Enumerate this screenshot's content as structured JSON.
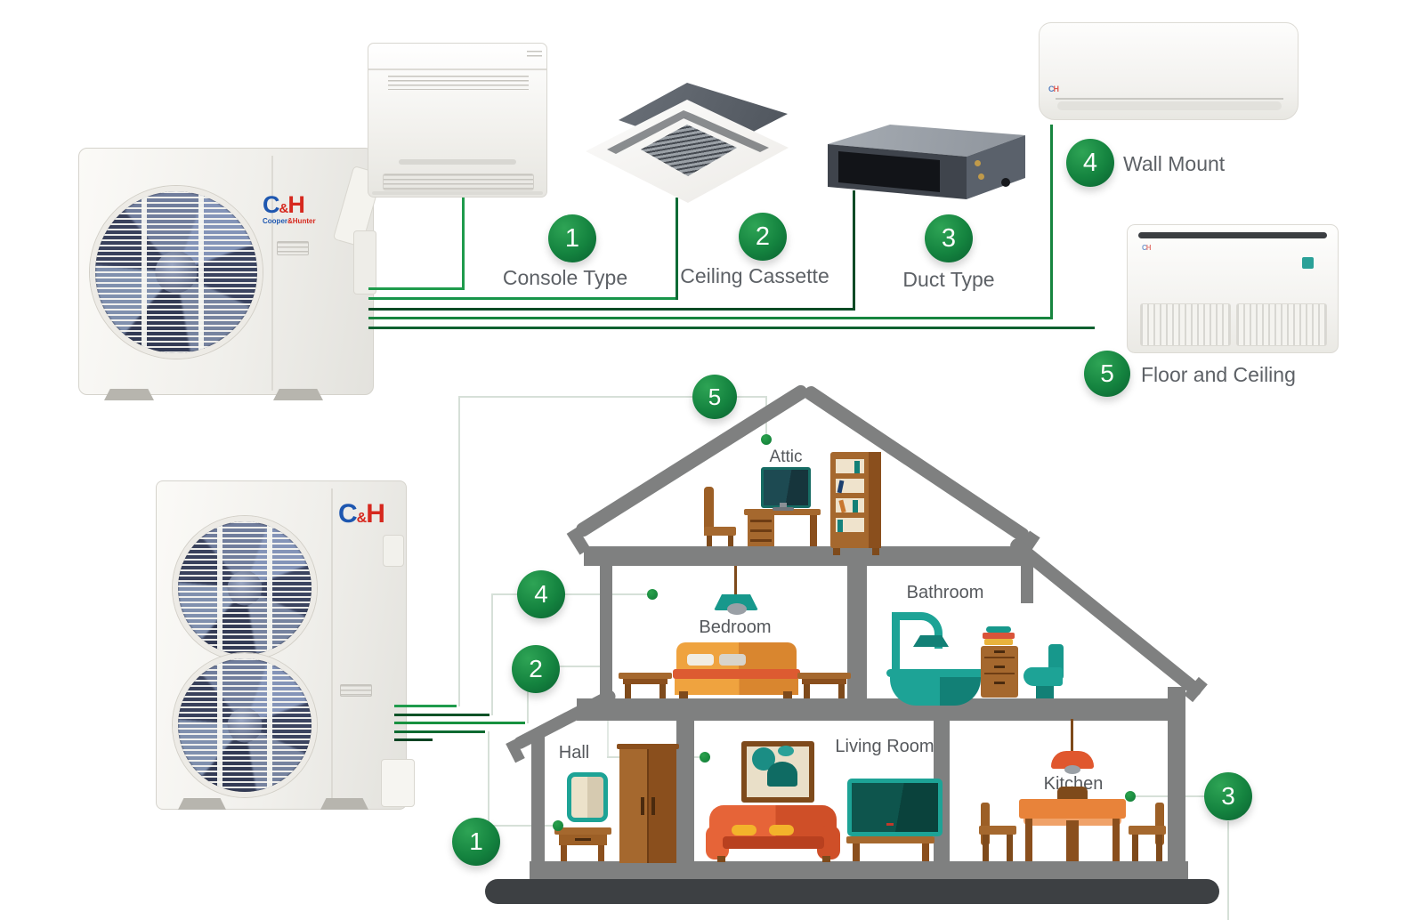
{
  "brand": {
    "c": "C",
    "amp": "&",
    "h": "H",
    "cooper": "Cooper",
    "hunter": "Hunter"
  },
  "legend": {
    "items": [
      {
        "num": "1",
        "label": "Console Type"
      },
      {
        "num": "2",
        "label": "Ceiling Cassette"
      },
      {
        "num": "3",
        "label": "Duct Type"
      },
      {
        "num": "4",
        "label": "Wall Mount"
      },
      {
        "num": "5",
        "label": "Floor and Ceiling"
      }
    ]
  },
  "house": {
    "rooms": [
      {
        "name": "Attic"
      },
      {
        "name": "Bedroom"
      },
      {
        "name": "Bathroom"
      },
      {
        "name": "Hall"
      },
      {
        "name": "Living Room"
      },
      {
        "name": "Kitchen"
      }
    ],
    "badges": [
      {
        "num": "5"
      },
      {
        "num": "4"
      },
      {
        "num": "2"
      },
      {
        "num": "1"
      },
      {
        "num": "3"
      }
    ]
  },
  "colors": {
    "badge_green": "#14833f",
    "line_green": "#1f9b4c",
    "line_green_dark": "#0a4b26",
    "structure_gray": "#7f8080",
    "base_dark": "#3d4043",
    "text_gray": "#5d6166",
    "logo_blue": "#1e57b0",
    "logo_red": "#d6281e",
    "teal": "#17988c",
    "orange": "#e8833a",
    "red_orange": "#dd5b31",
    "wood": "#a5682e",
    "yellow": "#f3b32b"
  }
}
